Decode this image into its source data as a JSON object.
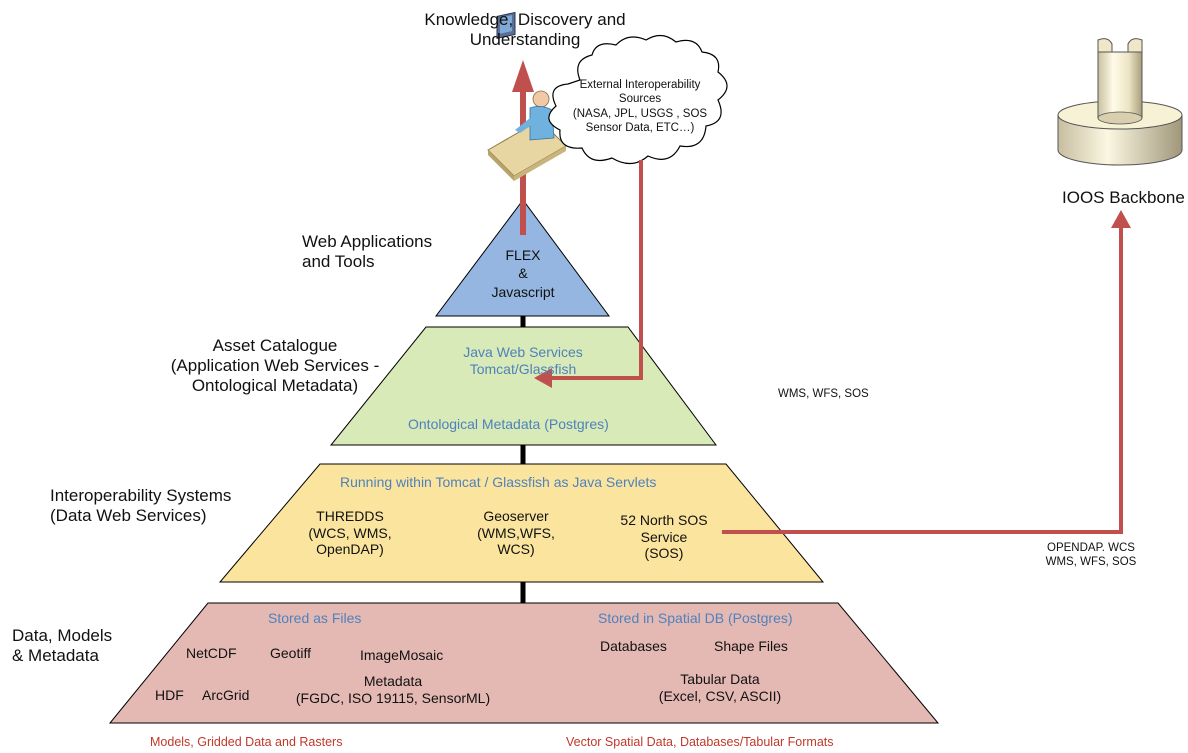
{
  "top": {
    "goal": "Knowledge, Discovery and Understanding"
  },
  "external": {
    "cloud_text": "External Interoperability Sources (NASA, JPL, USGS , SOS Sensor Data, ETC…)",
    "cloud_lines": [
      "External Interoperability",
      "Sources",
      "(NASA, JPL, USGS , SOS",
      "Sensor Data, ETC…)"
    ],
    "link_label": "WMS, WFS, SOS"
  },
  "backbone": {
    "label": "IOOS Backbone",
    "link_label_line1": "OPENDAP. WCS",
    "link_label_line2": "WMS, WFS, SOS"
  },
  "layers": {
    "web_apps": {
      "side_label_1": "Web Applications",
      "side_label_2": "and Tools",
      "content_1": "FLEX",
      "content_2": "&",
      "content_3": "Javascript",
      "color": "#94b6e0"
    },
    "asset_catalogue": {
      "side_label_1": "Asset Catalogue",
      "side_label_2": "(Application Web Services -",
      "side_label_3": "Ontological Metadata)",
      "content_1": "Java Web Services",
      "content_2": "Tomcat/Glassfish",
      "content_3": "Ontological Metadata (Postgres)",
      "color": "#d8eab7"
    },
    "interoperability": {
      "side_label_1": "Interoperability Systems",
      "side_label_2": "(Data Web Services)",
      "header": "Running within Tomcat / Glassfish as Java Servlets",
      "thredds": [
        "THREDDS",
        "(WCS, WMS,",
        "OpenDAP)"
      ],
      "geoserver": [
        "Geoserver",
        "(WMS,WFS,",
        "WCS)"
      ],
      "sos": [
        "52 North SOS",
        "Service",
        "(SOS)"
      ],
      "color": "#fbe59e"
    },
    "data": {
      "side_label_1": "Data, Models",
      "side_label_2": "& Metadata",
      "files_header": "Stored as Files",
      "db_header": "Stored in Spatial DB (Postgres)",
      "netcdf": "NetCDF",
      "geotiff": "Geotiff",
      "imagemosaic": "ImageMosaic",
      "hdf": "HDF",
      "arcgrid": "ArcGrid",
      "metadata_1": "Metadata",
      "metadata_2": "(FGDC, ISO 19115, SensorML)",
      "databases": "Databases",
      "shape_files": "Shape Files",
      "tabular_1": "Tabular Data",
      "tabular_2": "(Excel, CSV, ASCII)",
      "color": "#e5b9b3"
    }
  },
  "footer": {
    "left": "Models, Gridded Data and Rasters",
    "right": "Vector Spatial Data, Databases/Tabular Formats"
  }
}
